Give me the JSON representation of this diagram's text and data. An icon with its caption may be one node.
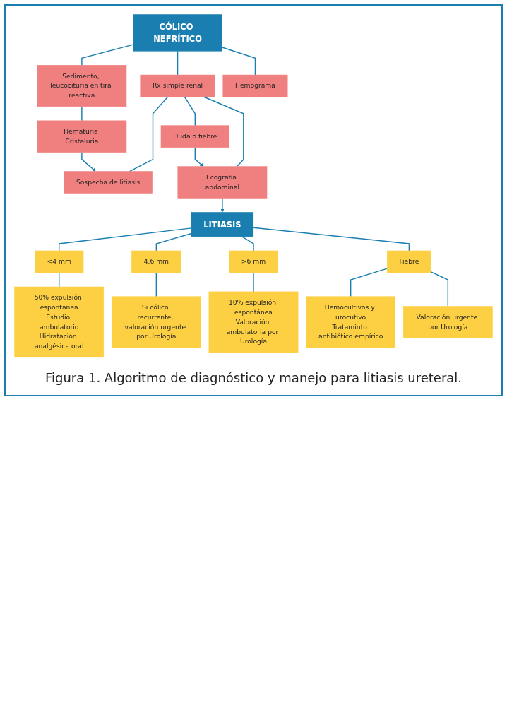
{
  "diagram": {
    "caption": "Figura 1. Algoritmo de diagnóstico y manejo para litiasis ureteral.",
    "nodes": [
      {
        "text": [
          "CÓLICO NEFRÍTICO"
        ]
      },
      {
        "text": [
          "Sedimento, leucocituria en tira reactiva"
        ]
      },
      {
        "text": [
          "Rx simple renal"
        ]
      },
      {
        "text": [
          "Hemograma"
        ]
      },
      {
        "text": [
          "Hematuria Cristaluria"
        ]
      },
      {
        "text": [
          "Sospecha de litiasis"
        ]
      },
      {
        "text": [
          "Duda o fiebre"
        ]
      },
      {
        "text": [
          "Ecografía abdominal"
        ]
      },
      {
        "text": [
          "LITIASIS"
        ]
      },
      {
        "text": [
          "<4 mm"
        ]
      },
      {
        "text": [
          "4.6 mm"
        ]
      },
      {
        "text": [
          ">6 mm"
        ]
      },
      {
        "text": [
          "Fiebre"
        ]
      },
      {
        "text": [
          "50% expulsión espontánea",
          "Estudio ambulatorio",
          "Hidratación analgésica oral"
        ]
      },
      {
        "text": [
          "Si cólico recurrente, valoración urgente por Urología"
        ]
      },
      {
        "text": [
          "10% expulsión espontánea",
          "Valoración ambulatoria por Urología"
        ]
      },
      {
        "text": [
          "Hemocultivos y urocutivo",
          "Trataminto antibiótico empírico"
        ]
      },
      {
        "text": [
          "Valoración urgente por Urología"
        ]
      }
    ],
    "edges": [
      {
        "from": 0,
        "to": 1,
        "arrow": "none"
      },
      {
        "from": 0,
        "to": 2,
        "arrow": "none"
      },
      {
        "from": 0,
        "to": 3,
        "arrow": "none"
      },
      {
        "from": 1,
        "to": 4,
        "arrow": "none"
      },
      {
        "from": 2,
        "to": 5,
        "arrow": "none"
      },
      {
        "from": 2,
        "to": 6,
        "arrow": "none"
      },
      {
        "from": 2,
        "to": 7,
        "arrow": "none"
      },
      {
        "from": 4,
        "to": 5,
        "arrow": "to"
      },
      {
        "from": 6,
        "to": 7,
        "arrow": "to"
      },
      {
        "from": 7,
        "to": 8,
        "arrow": "to"
      },
      {
        "from": 8,
        "to": 9,
        "arrow": "none"
      },
      {
        "from": 8,
        "to": 10,
        "arrow": "none"
      },
      {
        "from": 8,
        "to": 11,
        "arrow": "none"
      },
      {
        "from": 8,
        "to": 12,
        "arrow": "none"
      },
      {
        "from": 9,
        "to": 13,
        "arrow": "none"
      },
      {
        "from": 10,
        "to": 14,
        "arrow": "none"
      },
      {
        "from": 11,
        "to": 15,
        "arrow": "none"
      },
      {
        "from": 12,
        "to": 16,
        "arrow": "none"
      },
      {
        "from": 12,
        "to": 17,
        "arrow": "none"
      }
    ]
  }
}
